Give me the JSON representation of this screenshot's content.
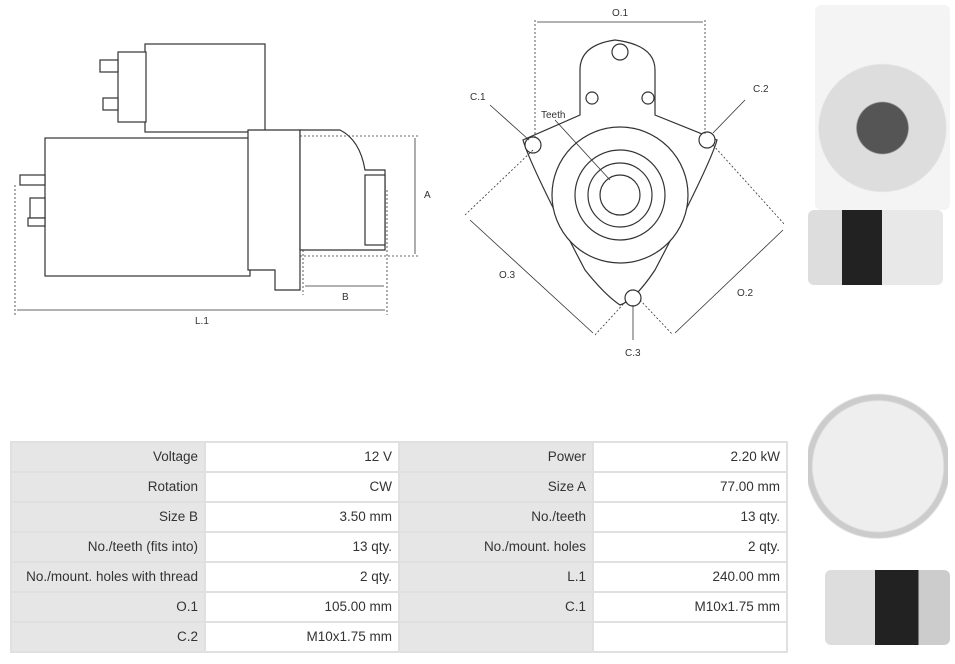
{
  "diagram": {
    "side_labels": {
      "a": "A",
      "b": "B",
      "l1": "L.1"
    },
    "front_labels": {
      "o1": "O.1",
      "o2": "O.2",
      "o3": "O.3",
      "c1": "C.1",
      "c2": "C.2",
      "c3": "C.3",
      "teeth": "Teeth"
    }
  },
  "specs": [
    [
      {
        "k": "Voltage",
        "v": "12 V"
      },
      {
        "k": "Power",
        "v": "2.20 kW"
      }
    ],
    [
      {
        "k": "Rotation",
        "v": "CW"
      },
      {
        "k": "Size A",
        "v": "77.00 mm"
      }
    ],
    [
      {
        "k": "Size B",
        "v": "3.50 mm"
      },
      {
        "k": "No./teeth",
        "v": "13 qty."
      }
    ],
    [
      {
        "k": "No./teeth (fits into)",
        "v": "13 qty."
      },
      {
        "k": "No./mount. holes",
        "v": "2 qty."
      }
    ],
    [
      {
        "k": "No./mount. holes with thread",
        "v": "2 qty."
      },
      {
        "k": "L.1",
        "v": "240.00 mm"
      }
    ],
    [
      {
        "k": "O.1",
        "v": "105.00 mm"
      },
      {
        "k": "C.1",
        "v": "M10x1.75 mm"
      }
    ],
    [
      {
        "k": "C.2",
        "v": "M10x1.75 mm"
      },
      {
        "k": "",
        "v": ""
      }
    ]
  ]
}
